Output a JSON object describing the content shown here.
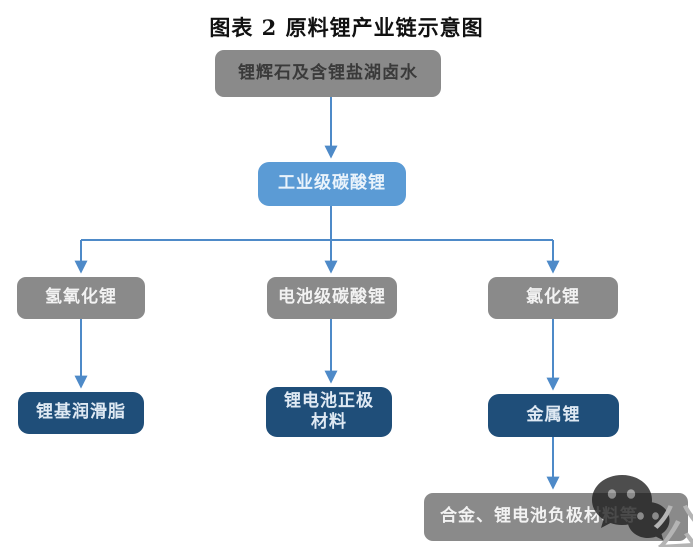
{
  "title": "图表 2 原料锂产业链示意图",
  "nodes": {
    "source": {
      "label": "锂辉石及含锂盐湖卤水"
    },
    "industrial_carbonate": {
      "label": "工业级碳酸锂"
    },
    "lithium_hydroxide": {
      "label": "氢氧化锂"
    },
    "battery_carbonate": {
      "label": "电池级碳酸锂"
    },
    "lithium_chloride": {
      "label": "氯化锂"
    },
    "lithium_grease": {
      "label": "锂基润滑脂"
    },
    "cathode_material": {
      "label": "锂电池正极\n材料"
    },
    "lithium_metal": {
      "label": "金属锂"
    },
    "alloy_anode": {
      "label": "合金、锂电池负极材料等"
    }
  },
  "watermark": {
    "character": "公",
    "icon": "wechat-logo-icon"
  },
  "colors": {
    "gray_box": "#8a8a8a",
    "blue_box": "#5b9bd5",
    "dark_blue_box": "#1f4e79",
    "arrow": "#4e8ac8",
    "source_text": "#3a3a3a",
    "light_text": "#f2f2f2",
    "title_text": "#111111",
    "watermark_gray": "#b4b4b4"
  }
}
